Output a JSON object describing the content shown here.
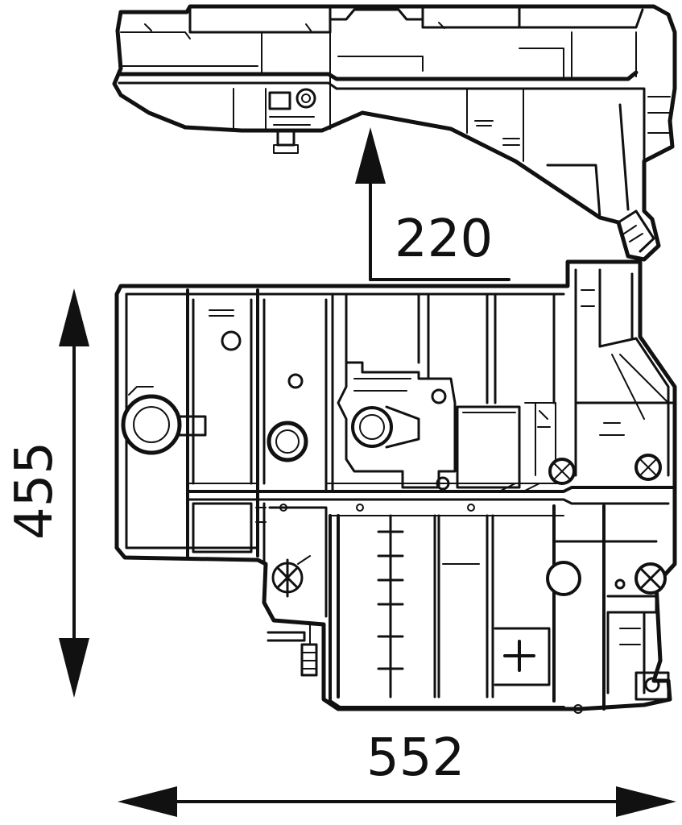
{
  "dimensions": {
    "depth": "220",
    "height": "455",
    "width": "552"
  },
  "icons": {
    "plus_sign": "plus-icon",
    "arrow": "arrow-icon"
  },
  "colors": {
    "line": "#111111",
    "background": "#ffffff"
  }
}
